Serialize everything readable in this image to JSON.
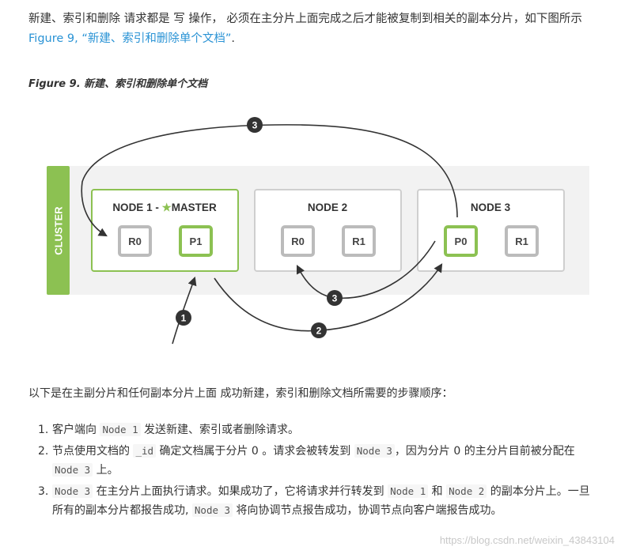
{
  "intro": {
    "text": "新建、索引和删除 请求都是 写 操作， 必须在主分片上面完成之后才能被复制到相关的副本分片，如下图所示 ",
    "link": "Figure 9, “新建、索引和删除单个文档”",
    "tail": "."
  },
  "figure_caption": "Figure 9. 新建、索引和删除单个文档",
  "diagram": {
    "cluster_label": "CLUSTER",
    "nodes": [
      {
        "title_prefix": "NODE 1 - ",
        "title_suffix": "MASTER",
        "shards": [
          "R0",
          "P1"
        ]
      },
      {
        "title": "NODE 2",
        "shards": [
          "R0",
          "R1"
        ]
      },
      {
        "title": "NODE 3",
        "shards": [
          "P0",
          "R1"
        ]
      }
    ],
    "step_badges": [
      "1",
      "2",
      "3",
      "3"
    ],
    "colors": {
      "green": "#8cc152",
      "green_dark": "#6ea53b",
      "node_border": "#cfcfcf",
      "cluster_bg": "#f2f2f2",
      "shard_border": "#bbbbbb",
      "badge": "#333333"
    }
  },
  "outro": "以下是在主副分片和任何副本分片上面 成功新建，索引和删除文档所需要的步骤顺序：",
  "steps": [
    {
      "num": "1.",
      "parts": [
        {
          "t": "客户端向 "
        },
        {
          "c": "Node 1"
        },
        {
          "t": " 发送新建、索引或者删除请求。"
        }
      ]
    },
    {
      "num": "2.",
      "parts": [
        {
          "t": "节点使用文档的 "
        },
        {
          "c": "_id"
        },
        {
          "t": " 确定文档属于分片 0 。请求会被转发到 "
        },
        {
          "c": "Node 3"
        },
        {
          "t": "，因为分片 0 的主分片目前被分配在 "
        },
        {
          "c": "Node 3"
        },
        {
          "t": " 上。"
        }
      ]
    },
    {
      "num": "3.",
      "parts": [
        {
          "c": "Node 3"
        },
        {
          "t": " 在主分片上面执行请求。如果成功了，它将请求并行转发到 "
        },
        {
          "c": "Node 1"
        },
        {
          "t": " 和 "
        },
        {
          "c": "Node 2"
        },
        {
          "t": " 的副本分片上。一旦所有的副本分片都报告成功, "
        },
        {
          "c": "Node 3"
        },
        {
          "t": " 将向协调节点报告成功，协调节点向客户端报告成功。"
        }
      ]
    }
  ],
  "watermark": "https://blog.csdn.net/weixin_43843104"
}
